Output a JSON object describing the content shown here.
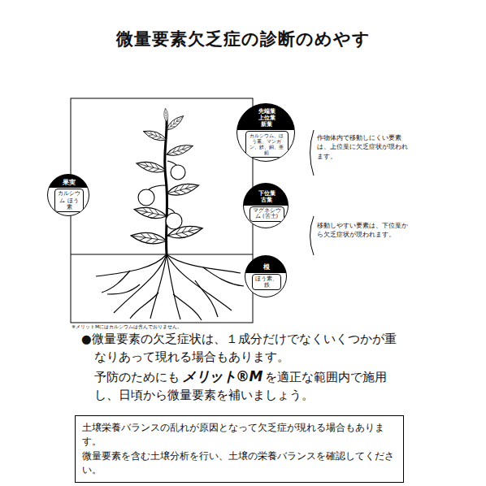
{
  "diagram": {
    "title": "微量要素欠乏症の診断のめやす",
    "nodes": [
      {
        "text": [
          "先端葉 上位葉 新葉",
          "カルシウム、ほう素、マンガン、鉄、銅、亜鉛"
        ]
      },
      {
        "text": [
          "果実",
          "カルシウム ほう素"
        ]
      },
      {
        "text": [
          "下位葉 古葉",
          "マグネシウム (苦土)"
        ]
      },
      {
        "text": [
          "根",
          "ほう素、鉄"
        ]
      },
      {
        "text": [
          "土壌栄養バランスの乱れが原因となって欠乏症が現れる場合もあります。",
          "微量要素を含む土壌分析を行い、土壌の栄養バランスを確認してください。"
        ]
      }
    ],
    "labels": [
      "作物体内で移動しにくい要素は、上位葉に欠乏症状が現われます。",
      "移動しやすい要素は、下位葉から欠乏症状が現われます。",
      "※メリットMにはカルシウムは含んでおりません。",
      "●微量要素の欠乏症状は、１成分だけでなくいくつかが重なりあって現れる場合もあります。",
      "予防のためにも",
      "メリット®M",
      "を適正な範囲内で施用し、日頃から微量要素を補いましょう。"
    ]
  }
}
